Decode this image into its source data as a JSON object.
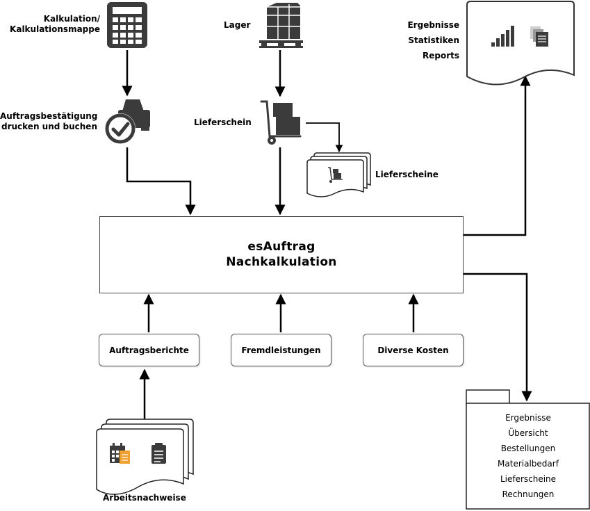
{
  "nodes": {
    "kalkulation": {
      "line1": "Kalkulation/",
      "line2": "Kalkulationsmappe"
    },
    "lager": {
      "label": "Lager"
    },
    "reports": {
      "line1": "Ergebnisse",
      "line2": "Statistiken",
      "line3": "Reports"
    },
    "auftragsbestaetigung": {
      "line1": "Auftragsbestätigung",
      "line2": "drucken und buchen"
    },
    "lieferschein": {
      "label": "Lieferschein"
    },
    "lieferscheine": {
      "label": "Lieferscheine"
    },
    "main": {
      "line1": "esAuftrag",
      "line2": "Nachkalkulation"
    },
    "auftragsberichte": {
      "label": "Auftragsberichte"
    },
    "fremdleistungen": {
      "label": "Fremdleistungen"
    },
    "diverse_kosten": {
      "label": "Diverse Kosten"
    },
    "arbeitsnachweise": {
      "label": "Arbeitsnachweise"
    },
    "folder": {
      "items": [
        "Ergebnisse",
        "Übersicht",
        "Bestellungen",
        "Materialbedarf",
        "Lieferscheine",
        "Rechnungen"
      ]
    }
  },
  "colors": {
    "icon": "#3b3b3b",
    "accent": "#f0a030",
    "stroke": "#000000"
  },
  "icons": [
    "calculator-icon",
    "pallet-icon",
    "bar-chart-icon",
    "documents-icon",
    "printer-check-icon",
    "hand-truck-icon",
    "check-circle-icon",
    "calendar-icon",
    "clipboard-icon"
  ]
}
